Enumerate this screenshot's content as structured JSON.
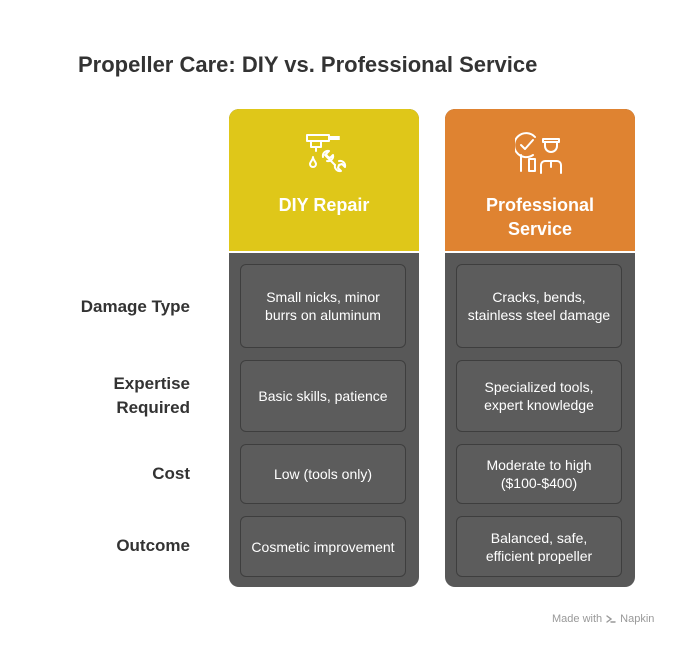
{
  "title": "Propeller Care: DIY vs. Professional Service",
  "row_labels": [
    "Damage Type",
    "Expertise Required",
    "Cost",
    "Outcome"
  ],
  "columns": [
    {
      "title": "DIY Repair",
      "color": "#dfc719",
      "icon": "faucet-wrench-icon",
      "cells": [
        "Small nicks, minor burrs on aluminum",
        "Basic skills, patience",
        "Low (tools only)",
        "Cosmetic improvement"
      ]
    },
    {
      "title": "Professional Service",
      "color": "#df8331",
      "icon": "mechanic-checklist-icon",
      "cells": [
        "Cracks, bends, stainless steel damage",
        "Specialized tools, expert knowledge",
        "Moderate to high ($100-$400)",
        "Balanced, safe, efficient propeller"
      ]
    }
  ],
  "footer": {
    "made_with": "Made with",
    "brand": "Napkin"
  }
}
